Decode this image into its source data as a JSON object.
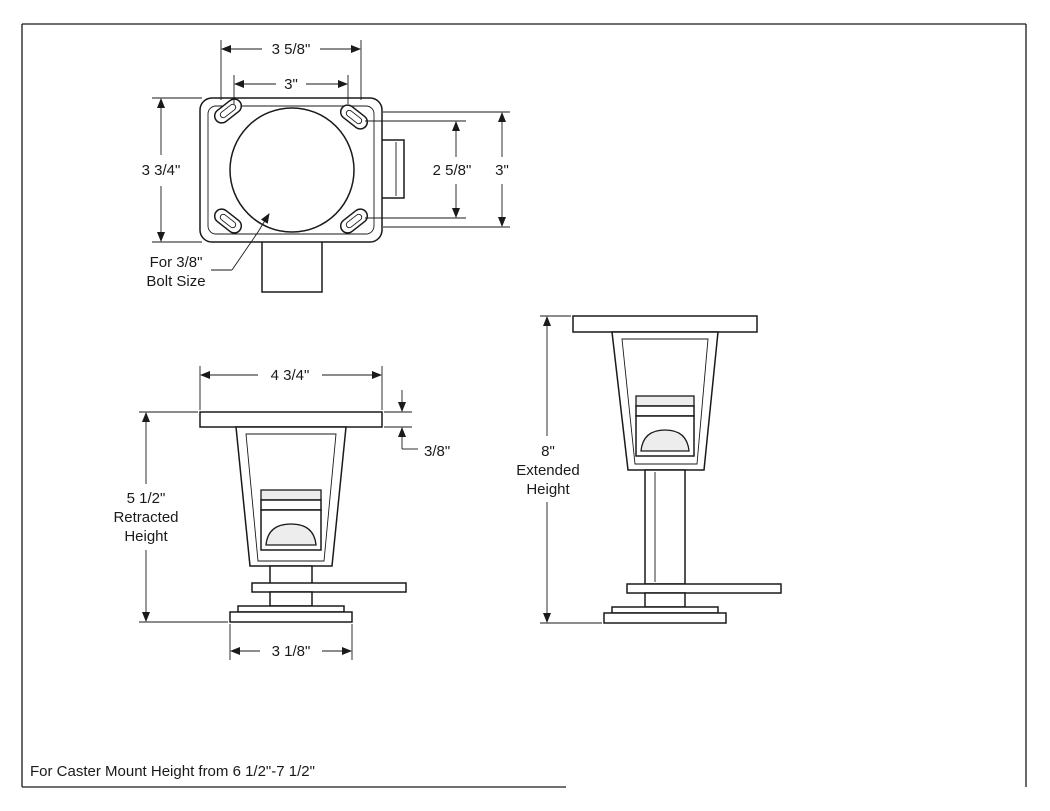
{
  "top_view": {
    "width_outer": "3 5/8\"",
    "width_inner": "3\"",
    "height_outer": "3 3/4\"",
    "height_inner": "2 5/8\"",
    "height_right": "3\"",
    "bolt_note_line1": "For 3/8\"",
    "bolt_note_line2": "Bolt Size"
  },
  "retracted_view": {
    "plate_width": "4 3/4\"",
    "plate_thickness": "3/8\"",
    "height_line1": "5 1/2\"",
    "height_line2": "Retracted",
    "height_line3": "Height",
    "base_width": "3 1/8\""
  },
  "extended_view": {
    "height_line1": "8\"",
    "height_line2": "Extended",
    "height_line3": "Height"
  },
  "footer_note": "For Caster Mount Height from 6 1/2\"-7 1/2\""
}
